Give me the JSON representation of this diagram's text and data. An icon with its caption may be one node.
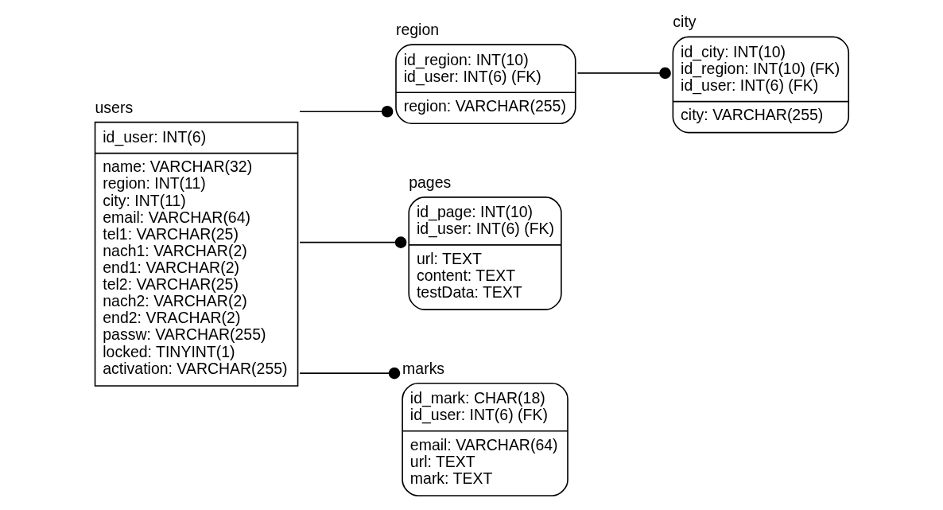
{
  "diagram": {
    "nodes": [
      {
        "text": [
          "users",
          "id_user: INT(6)",
          "name: VARCHAR(32)",
          "region: INT(11)",
          "city: INT(11)",
          "email: VARCHAR(64)",
          "tel1: VARCHAR(25)",
          "nach1: VARCHAR(2)",
          "end1: VARCHAR(2)",
          "tel2: VARCHAR(25)",
          "nach2: VARCHAR(2)",
          "end2: VRACHAR(2)",
          "passw: VARCHAR(255)",
          "locked: TINYINT(1)",
          "activation: VARCHAR(255)"
        ]
      },
      {
        "text": [
          "region",
          "id_region: INT(10)",
          "id_user: INT(6) (FK)",
          "region: VARCHAR(255)"
        ]
      },
      {
        "text": [
          "pages",
          "id_page: INT(10)",
          "id_user: INT(6) (FK)",
          "url: TEXT",
          "content: TEXT",
          "testData: TEXT"
        ]
      },
      {
        "text": [
          "marks",
          "id_mark: CHAR(18)",
          "id_user: INT(6) (FK)",
          "email: VARCHAR(64)",
          "url: TEXT",
          "mark: TEXT"
        ]
      },
      {
        "text": [
          "city",
          "id_city: INT(10)",
          "id_region: INT(10) (FK)",
          "id_user: INT(6) (FK)",
          "city: VARCHAR(255)"
        ]
      }
    ],
    "edges": [
      {
        "from": 0,
        "to": 1,
        "arrow": "other"
      },
      {
        "from": 0,
        "to": 2,
        "arrow": "other"
      },
      {
        "from": 0,
        "to": 3,
        "arrow": "other"
      },
      {
        "from": 1,
        "to": 4,
        "arrow": "other"
      }
    ]
  }
}
